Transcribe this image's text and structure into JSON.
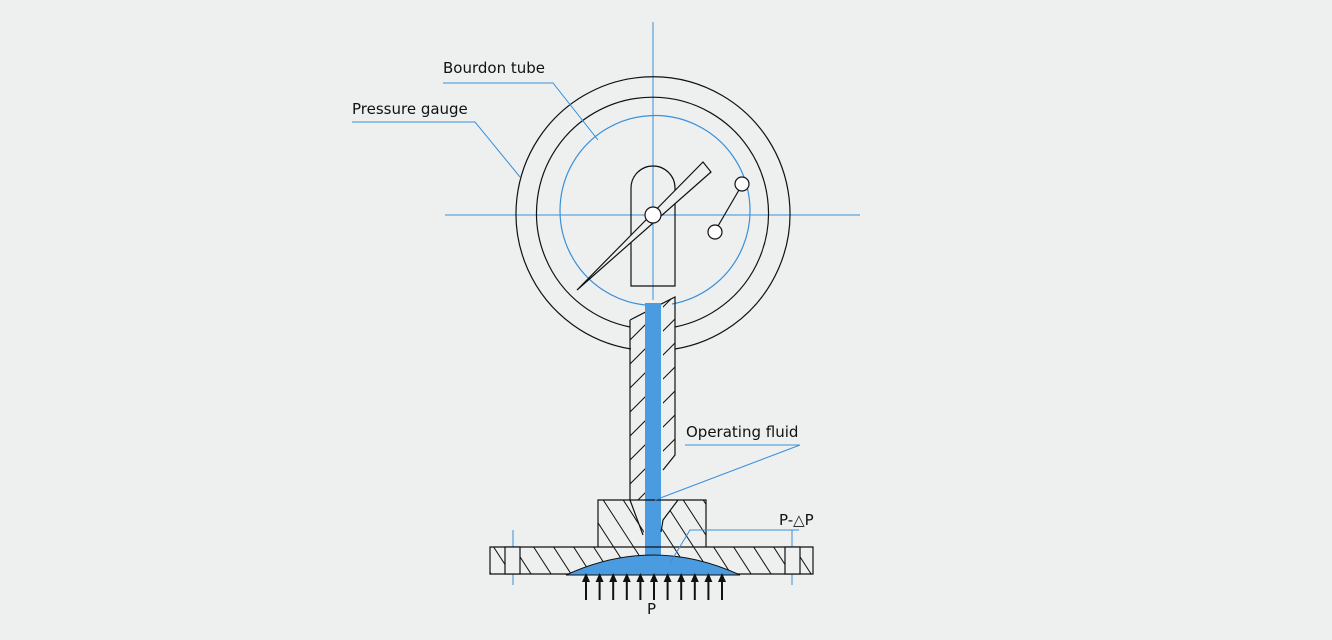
{
  "labels": {
    "bourdon_tube": "Bourdon tube",
    "pressure_gauge": "Pressure gauge",
    "operating_fluid": "Operating fluid",
    "pressure_drop": "P-△P",
    "pressure": "P"
  },
  "colors": {
    "background": "#eef0f0",
    "ink": "#111111",
    "accent": "#3a8fd8",
    "fluid": "#4a9be0"
  },
  "arrow_count": 11
}
